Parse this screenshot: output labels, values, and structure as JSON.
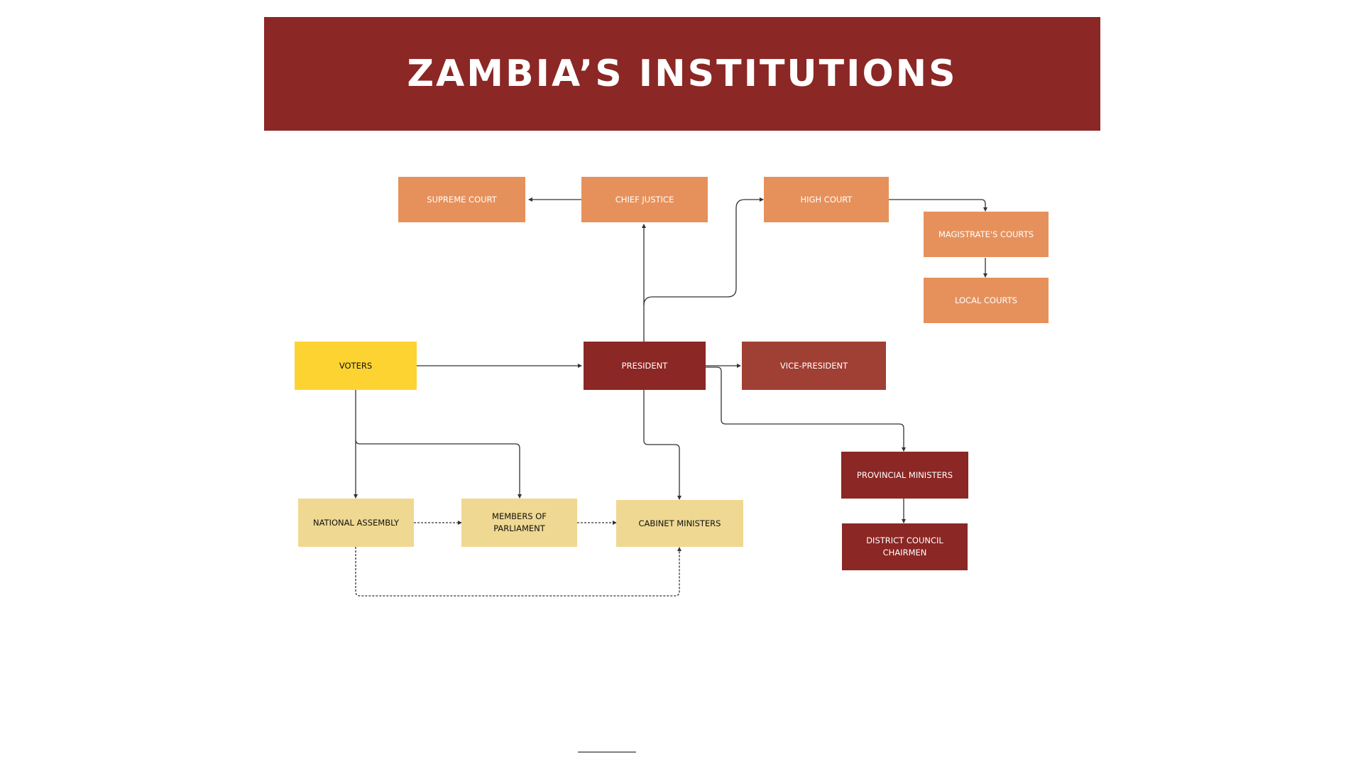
{
  "title": "ZAMBIA’S INSTITUTIONS",
  "colors": {
    "banner": "#8b2724",
    "judicial": "#e6915c",
    "executive_dark": "#8b2724",
    "executive_mid": "#a03f34",
    "voters": "#fdd332",
    "legislative": "#efd891",
    "connector": "#333333"
  },
  "nodes": {
    "supreme_court": "SUPREME COURT",
    "chief_justice": "CHIEF JUSTICE",
    "high_court": "HIGH COURT",
    "magistrates_courts": "MAGISTRATE'S COURTS",
    "local_courts": "LOCAL COURTS",
    "voters": "VOTERS",
    "president": "PRESIDENT",
    "vice_president": "VICE-PRESIDENT",
    "provincial_ministers": "PROVINCIAL MINISTERS",
    "district_council_chairmen": "DISTRICT COUNCIL CHAIRMEN",
    "national_assembly": "NATIONAL ASSEMBLY",
    "members_of_parliament": "MEMBERS OF PARLIAMENT",
    "cabinet_ministers": "CABINET MINISTERS"
  },
  "connections": [
    {
      "from": "chief_justice",
      "to": "supreme_court",
      "style": "solid"
    },
    {
      "from": "president",
      "to": "chief_justice",
      "style": "solid"
    },
    {
      "from": "president",
      "to": "high_court",
      "style": "solid"
    },
    {
      "from": "high_court",
      "to": "magistrates_courts",
      "style": "solid"
    },
    {
      "from": "magistrates_courts",
      "to": "local_courts",
      "style": "solid"
    },
    {
      "from": "voters",
      "to": "president",
      "style": "solid"
    },
    {
      "from": "president",
      "to": "vice_president",
      "style": "solid"
    },
    {
      "from": "president",
      "to": "provincial_ministers",
      "style": "solid"
    },
    {
      "from": "provincial_ministers",
      "to": "district_council_chairmen",
      "style": "solid"
    },
    {
      "from": "president",
      "to": "cabinet_ministers",
      "style": "solid"
    },
    {
      "from": "voters",
      "to": "national_assembly",
      "style": "solid"
    },
    {
      "from": "voters",
      "to": "members_of_parliament",
      "style": "solid"
    },
    {
      "from": "national_assembly",
      "to": "members_of_parliament",
      "style": "dashed"
    },
    {
      "from": "members_of_parliament",
      "to": "cabinet_ministers",
      "style": "dashed"
    },
    {
      "from": "national_assembly",
      "to": "cabinet_ministers",
      "style": "dashed"
    }
  ]
}
